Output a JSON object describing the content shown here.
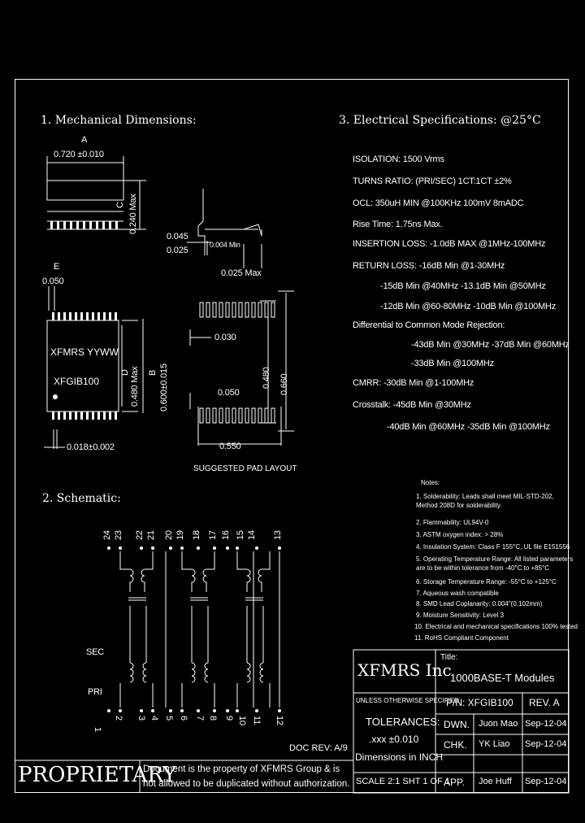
{
  "sections": {
    "mechanical": "1. Mechanical Dimensions:",
    "schematic": "2. Schematic:",
    "electrical": "3. Electrical  Specifications: @25°C"
  },
  "mech": {
    "dim_a_letter": "A",
    "dim_a": "0.720 ±0.010",
    "dim_c_letter": "C",
    "dim_c": "0.240 Max",
    "lead_045": "0.045",
    "lead_025": "0.025",
    "lead_004": "0.004 Min",
    "lead_025max": "0.025 Max",
    "dim_e_letter": "E",
    "dim_e": "0.050",
    "marking_top": "XFMRS YYWW",
    "marking_part": "XFGIB100",
    "dim_d_letter": "D",
    "dim_d": "0.480 Max",
    "dim_b_letter": "B",
    "dim_b": "0.600±0.015",
    "dim_018": "0.018±0.002",
    "pad_030": "0.030",
    "pad_050": "0.050",
    "pad_550": "0.550",
    "pad_480": "0.480",
    "pad_660": "0.660",
    "pad_caption": "SUGGESTED PAD LAYOUT"
  },
  "schematic": {
    "top_pins": [
      "24",
      "23",
      "22",
      "21",
      "20",
      "19",
      "18",
      "17",
      "16",
      "15",
      "14",
      "13"
    ],
    "bottom_pins": [
      "1",
      "2",
      "3",
      "4",
      "5",
      "6",
      "7",
      "8",
      "9",
      "10",
      "11",
      "12"
    ],
    "sec_label": "SEC",
    "pri_label": "PRI"
  },
  "electrical": [
    "ISOLATION: 1500 Vrms",
    "TURNS RATIO: (PRI/SEC) 1CT:1CT  ±2%",
    "OCL: 350uH MIN @100KHz 100mV 8mADC",
    "Rise Time: 1.75ns Max.",
    "INSERTION LOSS: -1.0dB MAX @1MHz-100MHz",
    "RETURN LOSS: -16dB Min @1-30MHz",
    "-15dB Min @40MHz -13.1dB Min @50MHz",
    "-12dB Min @60-80MHz -10dB Min @100MHz",
    "Differential to Common Mode Rejection:",
    "-43dB Min @30MHz -37dB Min @60MHz",
    "-33dB Min @100MHz",
    "CMRR: -30dB Min @1-100MHz",
    "Crosstalk: -45dB Min @30MHz",
    "-40dB Min @60MHz -35dB Min @100MHz"
  ],
  "notes": {
    "title": "Notes:",
    "items": [
      "1. Solderability: Leads shall meet MIL-STD-202,",
      "    Method 208D for solderability.",
      "2. Flammability: UL94V-0",
      "3. ASTM oxygen index: > 28%",
      "4. Insulation System: Class F 155°C, UL file E151556",
      "5. Operating Temperature Range: All listed parameters",
      "    are to be within tolerance from -40°C to +85°C",
      "6. Storage Temperature Range: -55°C to +125°C",
      "7. Aqueous wash compatible",
      "8. SMD Lead Coplanarity: 0.004\"(0.102mm)",
      "9. Moisture Sensitivity: Level 3",
      "10. Electrical and mechanical specifications 100% tested",
      "11. RoHS Compliant Component"
    ]
  },
  "title_block": {
    "company": "XFMRS Inc",
    "title_label": "Title:",
    "title": "1000BASE-T Modules",
    "unless": "UNLESS OTHERWISE SPECIFIED",
    "tolerances": "TOLERANCES:",
    "tol_value": ".xxx ±0.010",
    "dims_in": "Dimensions in INCH",
    "pn": "P/N: XFGIB100",
    "rev": "REV. A",
    "dwn_label": "DWN.",
    "dwn_name": "Juon Mao",
    "dwn_date": "Sep-12-04",
    "chk_label": "CHK.",
    "chk_name": "YK Liao",
    "chk_date": "Sep-12-04",
    "app_label": "APP.",
    "app_name": "Joe Huff",
    "app_date": "Sep-12-04",
    "scale": "SCALE 2:1  SHT 1 OF 1",
    "doc_rev": "DOC REV: A/9",
    "proprietary": "PROPRIETARY",
    "prop_line1": "Document is the property of XFMRS Group &  is",
    "prop_line2": "not allowed to be duplicated without authorization."
  }
}
